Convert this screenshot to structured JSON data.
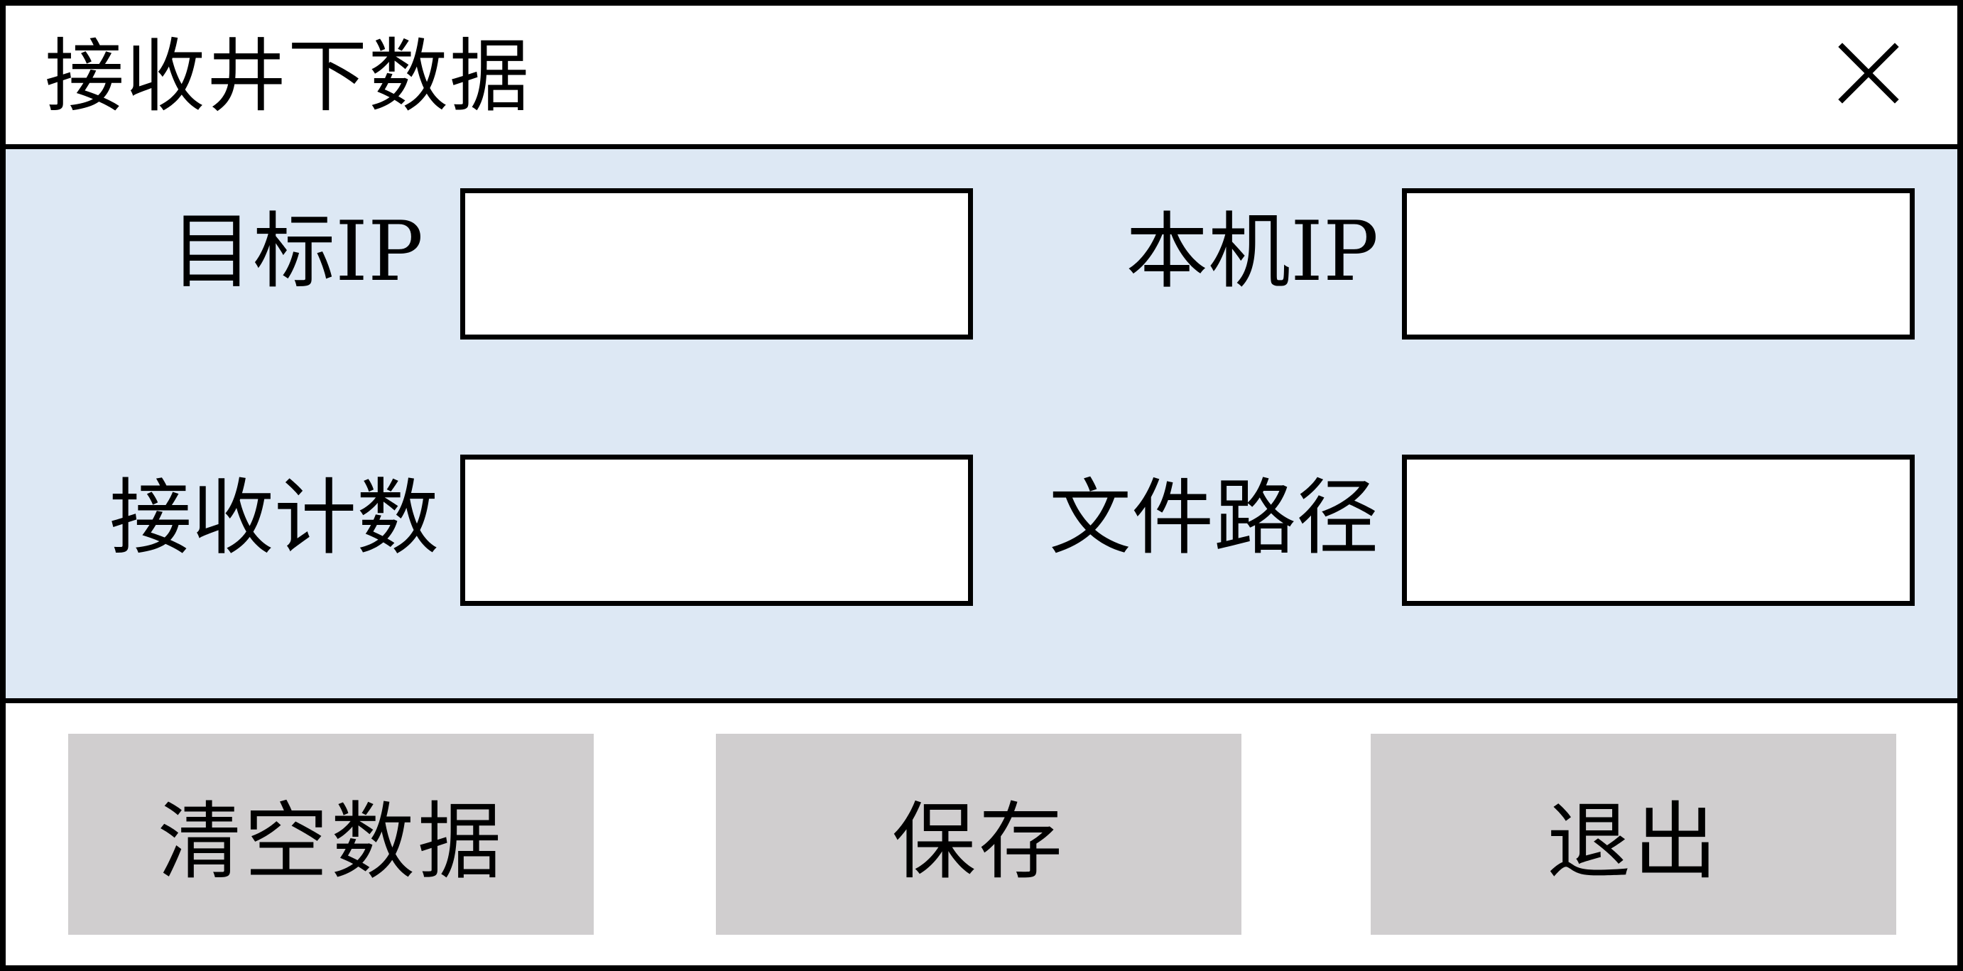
{
  "window": {
    "title": "接收井下数据",
    "close_label": "close"
  },
  "form": {
    "target_ip": {
      "label": "目标IP",
      "value": ""
    },
    "local_ip": {
      "label": "本机IP",
      "value": ""
    },
    "receive_count": {
      "label": "接收计数",
      "value": ""
    },
    "file_path": {
      "label": "文件路径",
      "value": ""
    }
  },
  "buttons": {
    "clear_label": "清空数据",
    "save_label": "保存",
    "exit_label": "退出"
  },
  "colors": {
    "form_background": "#dde8f4",
    "button_background": "#d0cecf",
    "border": "#000000"
  },
  "icons": {
    "close": "close-icon"
  }
}
